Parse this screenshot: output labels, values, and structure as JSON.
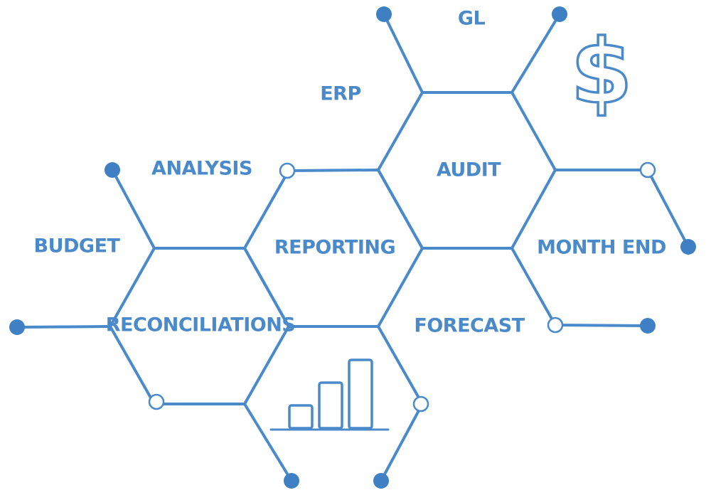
{
  "colors": {
    "accent": "#4a8acb",
    "dot": "#3f80c4"
  },
  "icons": {
    "currency": "dollar-sign-icon",
    "chart": "bar-chart-icon"
  },
  "labels": {
    "gl": "GL",
    "erp": "ERP",
    "audit": "AUDIT",
    "analysis": "ANALYSIS",
    "reporting": "REPORTING",
    "budget": "BUDGET",
    "month_end": "MONTH END",
    "reconciliations": "RECONCILIATIONS",
    "forecast": "FORECAST"
  },
  "dollar_glyph": "$",
  "mini_bar_chart": {
    "values": [
      1,
      2,
      3
    ]
  }
}
